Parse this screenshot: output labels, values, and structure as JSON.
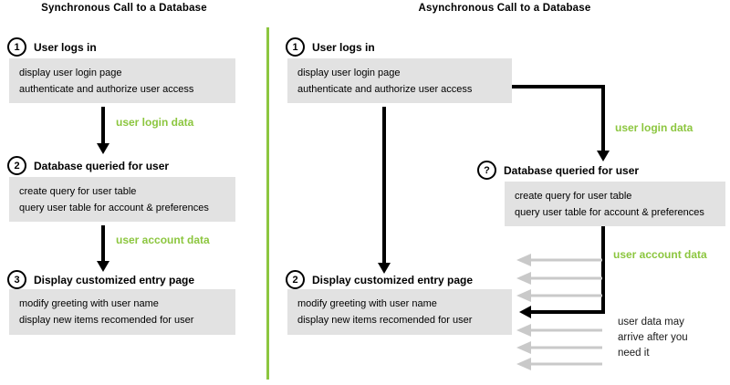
{
  "panels": {
    "left": {
      "title": "Synchronous Call to a Database",
      "steps": [
        {
          "badge": "1",
          "heading": "User logs in",
          "lines": [
            "display user login page",
            "authenticate and authorize user access"
          ]
        },
        {
          "badge": "2",
          "heading": "Database queried for user",
          "lines": [
            "create query for user table",
            "query user table for account & preferences"
          ]
        },
        {
          "badge": "3",
          "heading": "Display customized entry page",
          "lines": [
            "modify greeting with user name",
            "display new items recomended for user"
          ]
        }
      ],
      "labels": {
        "login": "user login data",
        "account": "user account data"
      }
    },
    "right": {
      "title": "Asynchronous Call to a Database",
      "steps": [
        {
          "badge": "1",
          "heading": "User logs in",
          "lines": [
            "display user login page",
            "authenticate and authorize user access"
          ]
        },
        {
          "badge": "?",
          "heading": "Database queried for user",
          "lines": [
            "create query for user table",
            "query user table for account & preferences"
          ]
        },
        {
          "badge": "2",
          "heading": "Display customized entry page",
          "lines": [
            "modify greeting with user name",
            "display new items recomended for user"
          ]
        }
      ],
      "labels": {
        "login": "user login data",
        "account": "user account data"
      },
      "note": {
        "line1": "user data may",
        "line2": "arrive after you",
        "line3": "need it"
      }
    }
  },
  "colors": {
    "accent_green": "#8cc63f",
    "box_gray": "#e2e2e2",
    "faded_arrow_gray": "#c9c9c9",
    "arrow_black": "#000000"
  }
}
